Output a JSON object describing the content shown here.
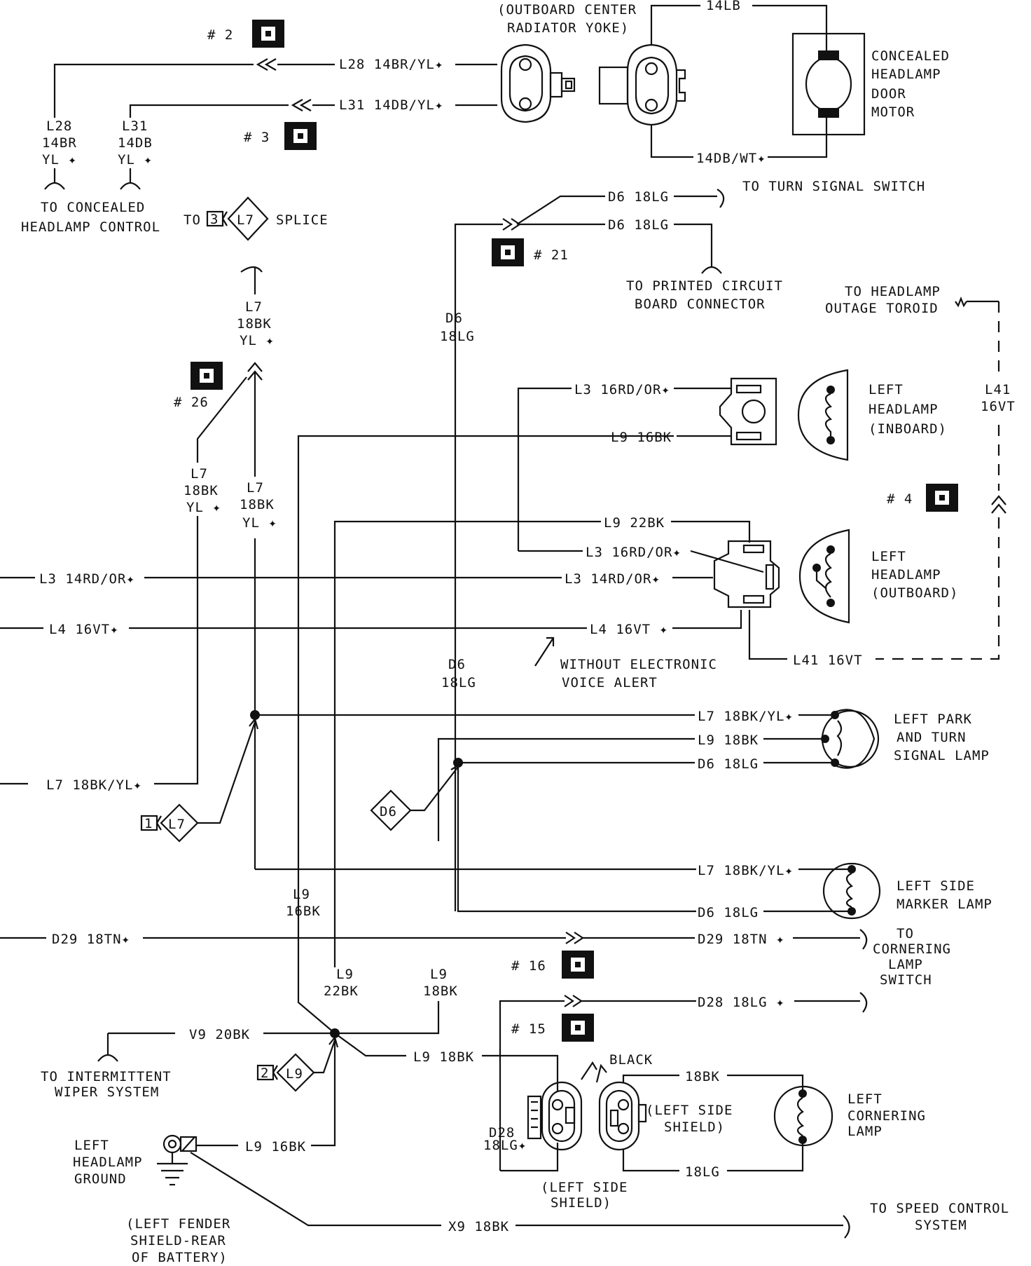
{
  "connectors": {
    "c2": "# 2",
    "c3": "# 3",
    "c4": "# 4",
    "c15": "# 15",
    "c16": "# 16",
    "c21": "# 21",
    "c26": "# 26"
  },
  "wires": {
    "l28_top": "L28 14BR/YL✦",
    "l31_top": "L31 14DB/YL✦",
    "l28_drop": [
      "L28",
      "14BR",
      "YL ✦"
    ],
    "l31_drop": [
      "L31",
      "14DB",
      "YL ✦"
    ],
    "lb14": "14LB",
    "dbwt": "14DB/WT✦",
    "d6_a": "D6 18LG",
    "d6_b": "D6 18LG",
    "d6_vert": [
      "D6",
      "18LG"
    ],
    "d6_vert2": [
      "D6",
      "18LG"
    ],
    "l7_upper": [
      "L7",
      "18BK",
      "YL ✦"
    ],
    "l7_left": [
      "L7",
      "18BK",
      "YL ✦"
    ],
    "l7_mid": [
      "L7",
      "18BK",
      "YL ✦"
    ],
    "l3_inb": "L3 16RD/OR✦",
    "l9_inb": "L9 16BK",
    "l9_22": "L9 22BK",
    "l3_out": "L3 16RD/OR✦",
    "l3_14_left": "L3 14RD/OR✦",
    "l3_14_right": "L3 14RD/OR✦",
    "l4_left": "L4 16VT✦",
    "l4_right": "L4 16VT ✦",
    "l41_vert": [
      "L41",
      "16VT"
    ],
    "l41_bottom": "L41 16VT",
    "l7_park": "L7 18BK/YL✦",
    "l9_park": "L9 18BK",
    "d6_park": "D6 18LG",
    "l7_left_bottom": "L7 18BK/YL✦",
    "l7_marker": "L7 18BK/YL✦",
    "d6_marker": "D6 18LG",
    "l9_16_vert": [
      "L9",
      "16BK"
    ],
    "d29_left": "D29 18TN✦",
    "d29_right": "D29 18TN ✦",
    "l9_22_vert": [
      "L9",
      "22BK"
    ],
    "l9_18_vert": [
      "L9",
      "18BK"
    ],
    "d28": "D28 18LG ✦",
    "v9": "V9 20BK",
    "l9_18_h": "L9 18BK",
    "d28_vert": [
      "D28",
      "18LG✦"
    ],
    "bk18": "18BK",
    "lg18": "18LG",
    "l9_16_gnd": "L9 16BK",
    "x9": "X9 18BK"
  },
  "labels": {
    "outboard": [
      "(OUTBOARD CENTER",
      "RADIATOR YOKE)"
    ],
    "door_motor": [
      "CONCEALED",
      "HEADLAMP",
      "DOOR",
      "MOTOR"
    ],
    "conc_ctrl": [
      "TO CONCEALED",
      "HEADLAMP CONTROL"
    ],
    "splice_to": "TO",
    "splice_num": "3",
    "splice_id": "L7",
    "splice": "SPLICE",
    "turn_sw": "TO TURN SIGNAL SWITCH",
    "pcb": [
      "TO PRINTED CIRCUIT",
      "BOARD CONNECTOR"
    ],
    "toroid": [
      "TO HEADLAMP",
      "OUTAGE TOROID"
    ],
    "hl_inboard": [
      "LEFT",
      "HEADLAMP",
      "(INBOARD)"
    ],
    "hl_outboard": [
      "LEFT",
      "HEADLAMP",
      "(OUTBOARD)"
    ],
    "without_eva": [
      "WITHOUT ELECTRONIC",
      "VOICE ALERT"
    ],
    "park_turn": [
      "LEFT PARK",
      "AND TURN",
      "SIGNAL LAMP"
    ],
    "side_marker": [
      "LEFT SIDE",
      "MARKER LAMP"
    ],
    "l7_splice_num": "1",
    "l7_splice_id": "L7",
    "d6_splice_id": "D6",
    "l9_splice_num": "2",
    "l9_splice_id": "L9",
    "cornering_sw": [
      "TO",
      "CORNERING",
      "LAMP",
      "SWITCH"
    ],
    "wiper": [
      "TO INTERMITTENT",
      "WIPER SYSTEM"
    ],
    "black": "BLACK",
    "shield_r": [
      "(LEFT SIDE",
      "SHIELD)"
    ],
    "cornering_lamp": [
      "LEFT",
      "CORNERING",
      "LAMP"
    ],
    "shield_b": [
      "(LEFT SIDE",
      "SHIELD)"
    ],
    "ground": [
      "LEFT",
      "HEADLAMP",
      "GROUND"
    ],
    "fender": [
      "(LEFT FENDER",
      "SHIELD-REAR",
      "OF BATTERY)"
    ],
    "speed_ctrl": [
      "TO SPEED CONTROL",
      "SYSTEM"
    ]
  }
}
